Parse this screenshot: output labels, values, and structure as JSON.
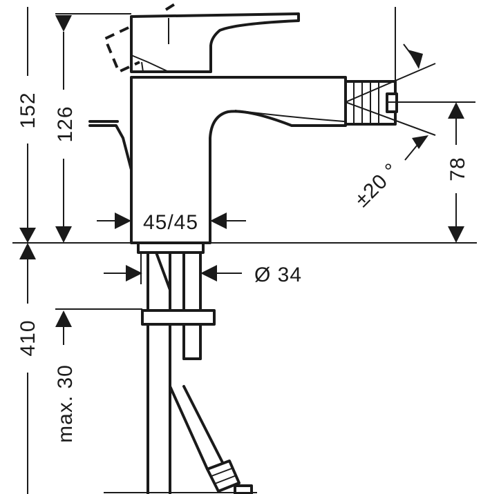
{
  "dimensions": {
    "overall_height": "152",
    "body_height": "126",
    "spout_height": "78",
    "swivel_angle": "±20 °",
    "body_width": "45/45",
    "shank_diameter": "Ø 34",
    "below_deck": "410",
    "max_deck_thickness": "max. 30"
  },
  "colors": {
    "line": "#1a1a1a",
    "background": "#ffffff"
  }
}
